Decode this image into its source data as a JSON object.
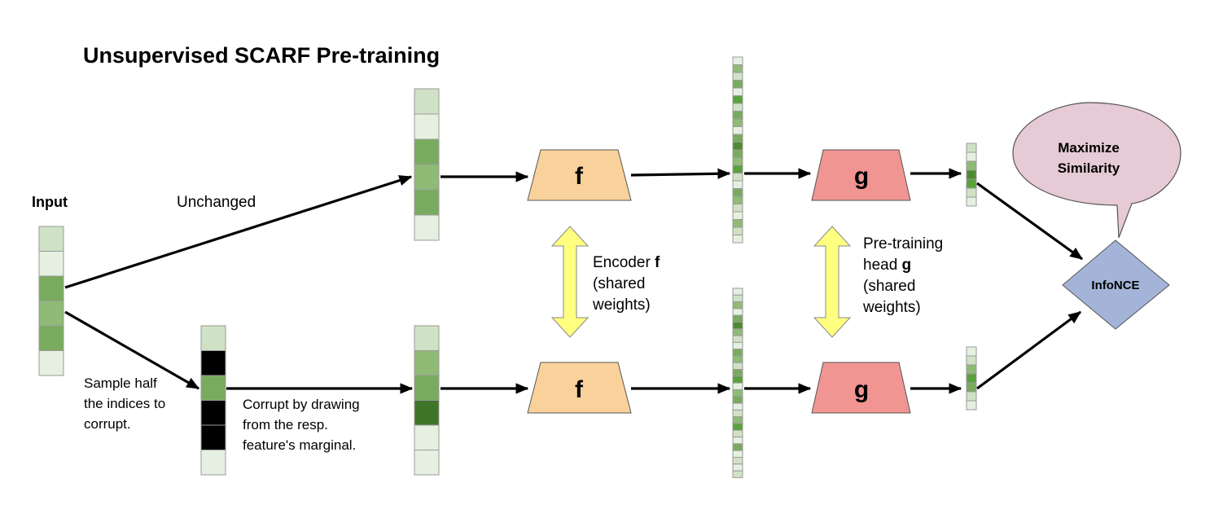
{
  "title": "Unsupervised SCARF Pre-training",
  "labels": {
    "input": "Input",
    "unchanged": "Unchanged",
    "sample": [
      "Sample half",
      "the indices to",
      "corrupt."
    ],
    "corrupt": [
      "Corrupt by drawing",
      "from the resp.",
      "feature's marginal."
    ],
    "encoder": [
      "Encoder ",
      "f",
      "(shared",
      "weights)"
    ],
    "head": [
      "Pre-training",
      "head ",
      "g",
      "(shared",
      "weights)"
    ]
  },
  "nodes": {
    "encoder_top": "f",
    "encoder_bottom": "f",
    "head_top": "g",
    "head_bottom": "g",
    "bubble": [
      "Maximize",
      "Similarity"
    ],
    "loss": "InfoNCE"
  },
  "vectors": {
    "input": [
      "#cfe2c5",
      "#e6f0e0",
      "#79ab5e",
      "#8fbb76",
      "#79ab5e",
      "#e6f0e0"
    ],
    "top_unchanged": [
      "#cfe2c5",
      "#e6f0e0",
      "#79ab5e",
      "#8fbb76",
      "#79ab5e",
      "#e6f0e0"
    ],
    "mask": [
      "#cfe2c5",
      "#000000",
      "#79ab5e",
      "#000000",
      "#000000",
      "#e6f0e0"
    ],
    "bottom_corrupted": [
      "#cfe2c5",
      "#8fbb76",
      "#79ab5e",
      "#3f7428",
      "#e6f0e0",
      "#e6f0e0"
    ],
    "emb_top": [
      "#e6f0e0",
      "#8fbb76",
      "#cfe2c5",
      "#79ab5e",
      "#e6f0e0",
      "#5aa13c",
      "#cfe2c5",
      "#79ab5e",
      "#8fbb76",
      "#e6f0e0",
      "#79ab5e",
      "#4f8a33",
      "#79ab5e",
      "#8fbb76",
      "#5aa13c",
      "#cfe2c5",
      "#e6f0e0",
      "#79ab5e",
      "#8fbb76",
      "#cfe2c5",
      "#e6f0e0",
      "#8fbb76",
      "#cfe2c5",
      "#e6f0e0"
    ],
    "emb_bottom": [
      "#e6f0e0",
      "#cfe2c5",
      "#8fbb76",
      "#e6f0e0",
      "#79ab5e",
      "#4f8a33",
      "#8fbb76",
      "#cfe2c5",
      "#e6f0e0",
      "#79ab5e",
      "#8fbb76",
      "#cfe2c5",
      "#79ab5e",
      "#5aa13c",
      "#e6f0e0",
      "#8fbb76",
      "#79ab5e",
      "#e6f0e0",
      "#cfe2c5",
      "#8fbb76",
      "#5aa13c",
      "#cfe2c5",
      "#e6f0e0",
      "#79ab5e",
      "#e6f0e0",
      "#cfe2c5",
      "#e6f0e0",
      "#cfe2c5"
    ],
    "proj_top": [
      "#cfe2c5",
      "#e6f0e0",
      "#8fbb76",
      "#4f8a33",
      "#5aa13c",
      "#cfe2c5",
      "#e6f0e0"
    ],
    "proj_bottom": [
      "#e6f0e0",
      "#cfe2c5",
      "#8fbb76",
      "#5aa13c",
      "#79ab5e",
      "#cfe2c5",
      "#e6f0e0"
    ]
  },
  "colors": {
    "encoder_fill": "#f9d29b",
    "head_fill": "#f19592",
    "bubble_fill": "#e6cad6",
    "loss_fill": "#a3b4d8",
    "double_arrow_fill": "#ffff80"
  }
}
